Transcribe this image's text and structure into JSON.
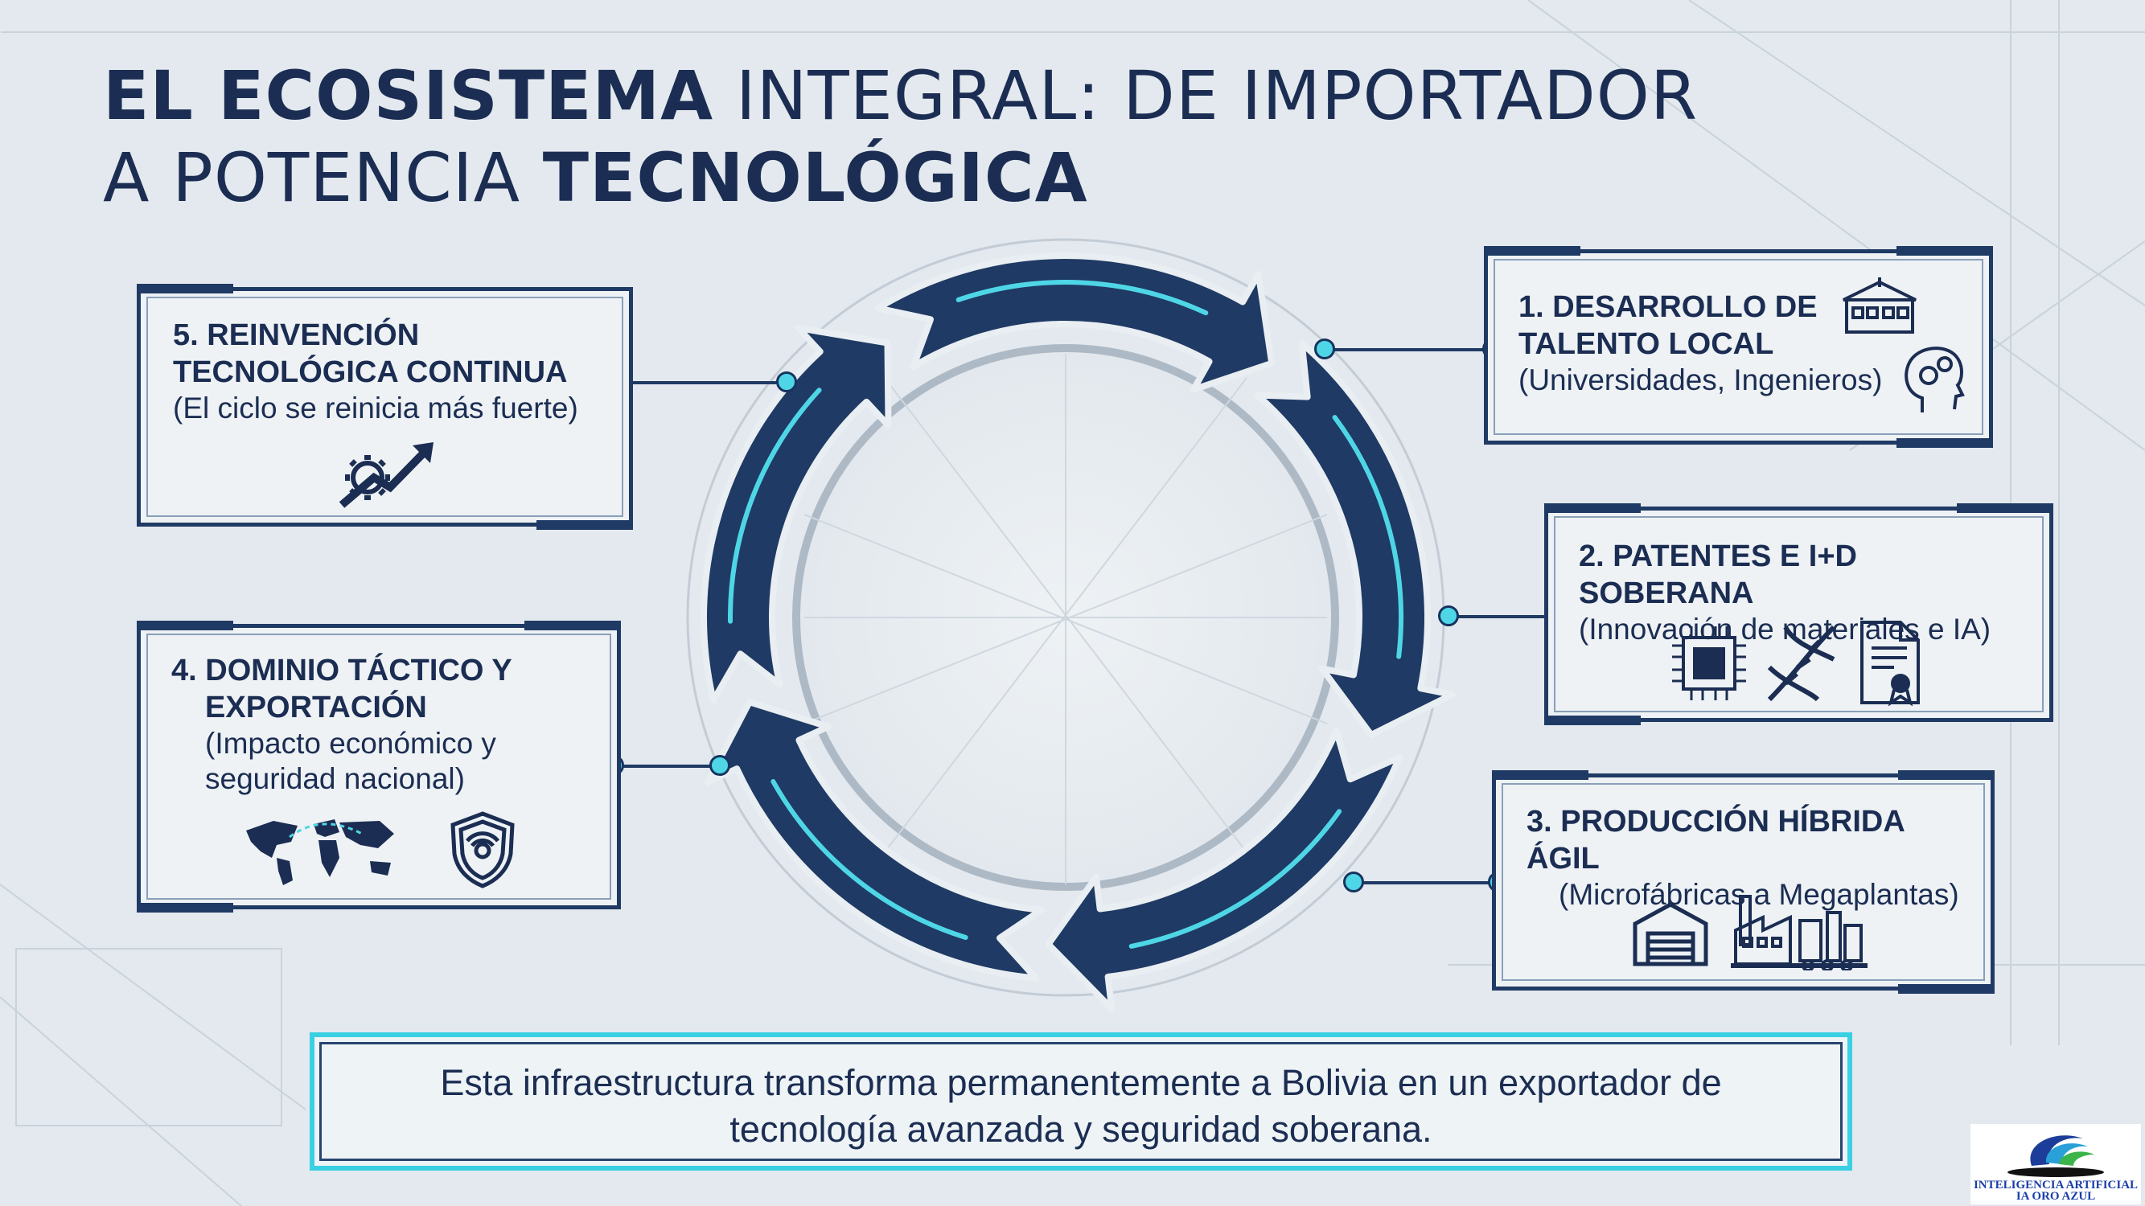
{
  "title": {
    "line1_bold": "EL ECOSISTEMA",
    "line1_rest": " INTEGRAL: DE IMPORTADOR",
    "line2_rest": "A POTENCIA ",
    "line2_bold": "TECNOLÓGICA"
  },
  "stages": [
    {
      "head": "1. DESARROLLO DE",
      "head2": "TALENTO LOCAL",
      "sub": "(Universidades, Ingenieros)",
      "icons": [
        "university-icon",
        "head-gears-icon"
      ]
    },
    {
      "head": "2. PATENTES E I+D SOBERANA",
      "sub": "(Innovación de materiales e IA)",
      "icons": [
        "microchip-icon",
        "dna-icon",
        "certificate-icon"
      ]
    },
    {
      "head": "3. PRODUCCIÓN HÍBRIDA ÁGIL",
      "sub": "(Microfábricas a Megaplantas)",
      "icons": [
        "warehouse-icon",
        "factory-icon"
      ]
    },
    {
      "head": "4. DOMINIO TÁCTICO Y",
      "head2": "EXPORTACIÓN",
      "sub": "(Impacto económico y",
      "sub2": "seguridad nacional)",
      "icons": [
        "world-map-icon",
        "shield-icon"
      ]
    },
    {
      "head": "5. REINVENCIÓN",
      "head2": "TECNOLÓGICA CONTINUA",
      "sub": "(El ciclo se reinicia más fuerte)",
      "icons": [
        "gear-growth-icon"
      ]
    }
  ],
  "banner": {
    "line1": "Esta infraestructura transforma permanentemente a Bolivia en un exportador de",
    "line2": "tecnología avanzada y seguridad soberana."
  },
  "logo": {
    "line1": "INTELIGENCIA ARTIFICIAL",
    "line2": "IA ORO AZUL"
  },
  "colors": {
    "navy": "#1b2d52",
    "cyan": "#4fd6e6",
    "background": "#e3e9ee"
  }
}
